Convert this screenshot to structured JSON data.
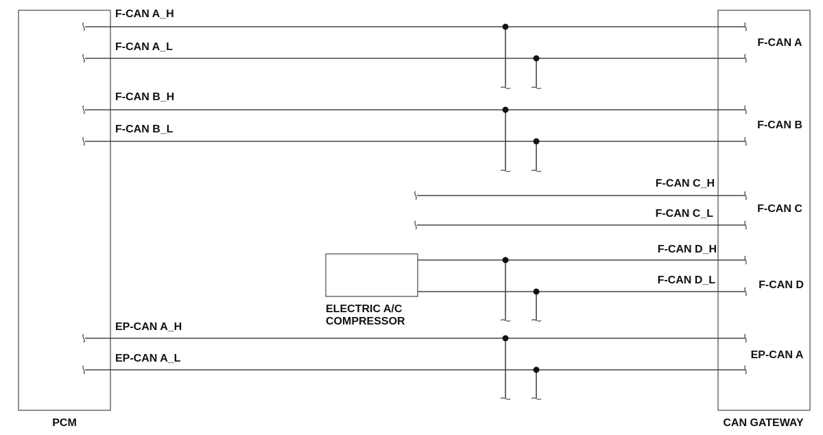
{
  "modules": {
    "pcm": "PCM",
    "gateway": "CAN GATEWAY",
    "compressor_line1": "ELECTRIC A/C",
    "compressor_line2": "COMPRESSOR"
  },
  "buses": [
    {
      "label": "F-CAN A",
      "high": "F-CAN A_H",
      "low": "F-CAN A_L"
    },
    {
      "label": "F-CAN B",
      "high": "F-CAN B_H",
      "low": "F-CAN B_L"
    },
    {
      "label": "F-CAN C",
      "high": "F-CAN C_H",
      "low": "F-CAN C_L"
    },
    {
      "label": "F-CAN D",
      "high": "F-CAN D_H",
      "low": "F-CAN D_L"
    },
    {
      "label": "EP-CAN A",
      "high": "EP-CAN A_H",
      "low": "EP-CAN A_L"
    }
  ]
}
